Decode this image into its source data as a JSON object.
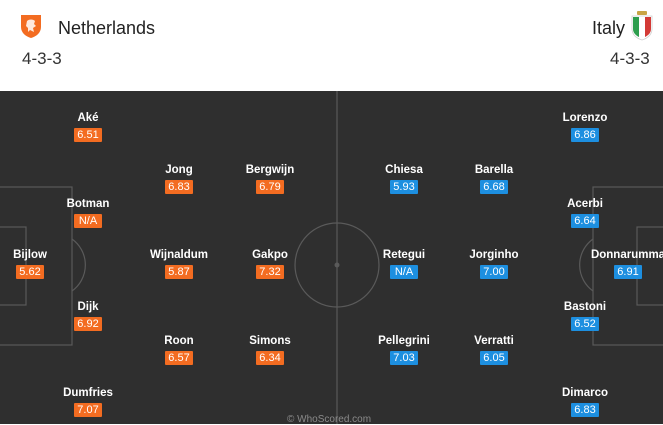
{
  "home": {
    "name": "Netherlands",
    "formation": "4-3-3",
    "rating_color": "#f36c21",
    "badge_color": "#f36c21"
  },
  "away": {
    "name": "Italy",
    "formation": "4-3-3",
    "rating_color": "#1d8fe0"
  },
  "home_players": [
    {
      "name": "Bijlow",
      "rating": "5.62"
    },
    {
      "name": "Aké",
      "rating": "6.51"
    },
    {
      "name": "Botman",
      "rating": "N/A"
    },
    {
      "name": "Dijk",
      "rating": "6.92"
    },
    {
      "name": "Dumfries",
      "rating": "7.07"
    },
    {
      "name": "Jong",
      "rating": "6.83"
    },
    {
      "name": "Wijnaldum",
      "rating": "5.87"
    },
    {
      "name": "Roon",
      "rating": "6.57"
    },
    {
      "name": "Bergwijn",
      "rating": "6.79"
    },
    {
      "name": "Gakpo",
      "rating": "7.32"
    },
    {
      "name": "Simons",
      "rating": "6.34"
    }
  ],
  "away_players": [
    {
      "name": "Donnarumma",
      "rating": "6.91"
    },
    {
      "name": "Lorenzo",
      "rating": "6.86"
    },
    {
      "name": "Acerbi",
      "rating": "6.64"
    },
    {
      "name": "Bastoni",
      "rating": "6.52"
    },
    {
      "name": "Dimarco",
      "rating": "6.83"
    },
    {
      "name": "Barella",
      "rating": "6.68"
    },
    {
      "name": "Jorginho",
      "rating": "7.00"
    },
    {
      "name": "Verratti",
      "rating": "6.05"
    },
    {
      "name": "Chiesa",
      "rating": "5.93"
    },
    {
      "name": "Retegui",
      "rating": "N/A"
    },
    {
      "name": "Pellegrini",
      "rating": "7.03"
    }
  ],
  "watermark": "© WhoScored.com",
  "colors": {
    "pitch": "#2f2f2f",
    "lines": "#5a5a5a"
  }
}
